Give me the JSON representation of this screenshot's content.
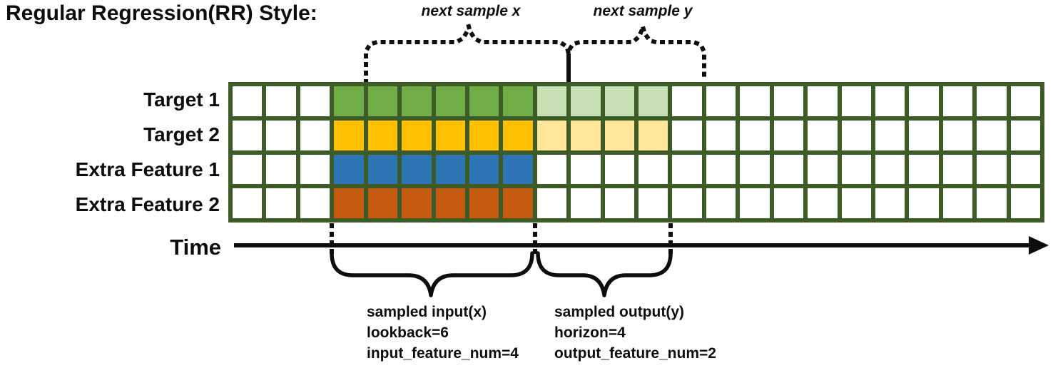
{
  "title": "Regular Regression(RR) Style:",
  "top_annotations": {
    "next_sample_x": "next sample x",
    "next_sample_y": "next sample y"
  },
  "grid": {
    "columns": 24,
    "lookback_range": [
      4,
      9
    ],
    "horizon_range": [
      10,
      13
    ],
    "border_color": "#3C5B26",
    "cell_color": "#FFFFFF",
    "rows": [
      {
        "label": "Target 1",
        "lookback_color": "#70AD47",
        "horizon_color": "#C6E0B4"
      },
      {
        "label": "Target 2",
        "lookback_color": "#FFC000",
        "horizon_color": "#FFE699"
      },
      {
        "label": "Extra Feature 1",
        "lookback_color": "#2E75B6",
        "horizon_color": null
      },
      {
        "label": "Extra Feature 2",
        "lookback_color": "#C55A11",
        "horizon_color": null
      }
    ]
  },
  "time_axis": {
    "label": "Time"
  },
  "bottom_annotations": {
    "input": {
      "lines": [
        "sampled input(x)",
        "lookback=6",
        "input_feature_num=4"
      ]
    },
    "output": {
      "lines": [
        "sampled output(y)",
        "horizon=4",
        "output_feature_num=2"
      ]
    }
  },
  "params": {
    "lookback": 6,
    "horizon": 4,
    "input_feature_num": 4,
    "output_feature_num": 2
  },
  "ink_color": "#0D0D0D"
}
